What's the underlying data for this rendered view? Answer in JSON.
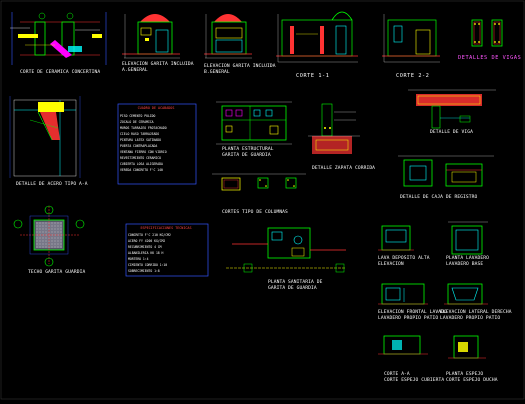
{
  "labels": {
    "corte_ceramica": "CORTE DE CERAMICA CONCERTINA",
    "elev_garita_a": "ELEVACION GARITA INCLUIDA",
    "elev_garita_a2": "A.GENERAL",
    "elev_garita_b": "ELEVACION GARITA INCLUIDA",
    "elev_garita_b2": "B.GENERAL",
    "corte_1": "CORTE 1-1",
    "corte_2": "CORTE 2-2",
    "detalles_vigas": "DETALLES DE VIGAS",
    "detalle_acero": "DETALLE DE ACERO TIPO A-A",
    "planta_estructural": "PLANTA ESTRUCTURAL",
    "planta_estructural2": "GARITA DE GUARDIA",
    "detalle_zapata": "DETALLE ZAPATA CORRIDA",
    "detalle_viga": "DETALLE DE VIGA",
    "detalle_caja": "DETALLE DE CAJA DE REGISTRO",
    "cortes_tipo": "CORTES TIPO DE COLUMNAS",
    "techo_garita": "TECHO GARITA GUARDIA",
    "planta_sanitaria": "PLANTA SANITARIA DE",
    "planta_sanitaria2": "GARITA DE GUARDIA",
    "lavadero_planta": "LAVA DEPOSITO ALTA",
    "lavadero_planta2": "ELEVACION",
    "planta_lav": "PLANTA LAVADERO",
    "planta_lav2": "LAVADERO BASE",
    "elev_frontal": "ELEVACION FRONTAL LAVADO",
    "elev_frontal2": "LAVADERO PROPIO PATIO",
    "elev_lateral": "ELEVACION LATERAL DERECHA",
    "elev_lateral2": "LAVADERO PROPIO PATIO",
    "corte_lav": "CORTE A-A",
    "corte_lav2": "CORTE ESPEJO CUBIERTA",
    "planta_ducha": "PLANTA ESPEJO",
    "planta_ducha2": "CORTE ESPEJO DUCHA"
  },
  "table1": {
    "title": "CUADRO DE ACABADOS",
    "rows": [
      "PISO CEMENTO PULIDO",
      "ZOCALO DE CERAMICA",
      "MUROS TARRAJEO FROTACHADO",
      "CIELO RASO TARRAJEADO",
      "PINTURA LATEX SATINADO",
      "PUERTA CONTRAPLACADA",
      "VENTANA FIERRO CON VIDRIO",
      "REVESTIMIENTO CERAMICO",
      "CUBIERTA LOSA ALIGERADA",
      "VEREDA CONCRETO F'C 140"
    ]
  },
  "table2": {
    "title": "ESPECIFICACIONES TECNICAS",
    "rows": [
      "CONCRETO F'C 210 KG/CM2",
      "ACERO FY 4200 KG/CM2",
      "RECUBRIMIENTO 4 CM",
      "ALBANILERIA KK 18 H",
      "MORTERO 1:4",
      "CIMIENTO CORRIDO 1:10",
      "SOBRECIMIENTO 1:8"
    ]
  },
  "colors": {
    "background": "#000000",
    "green": "#00ff00",
    "cyan": "#00ffff",
    "yellow": "#ffff00",
    "red": "#ff3333",
    "magenta": "#ff00ff",
    "blue": "#3355ff",
    "white": "#ffffff"
  }
}
